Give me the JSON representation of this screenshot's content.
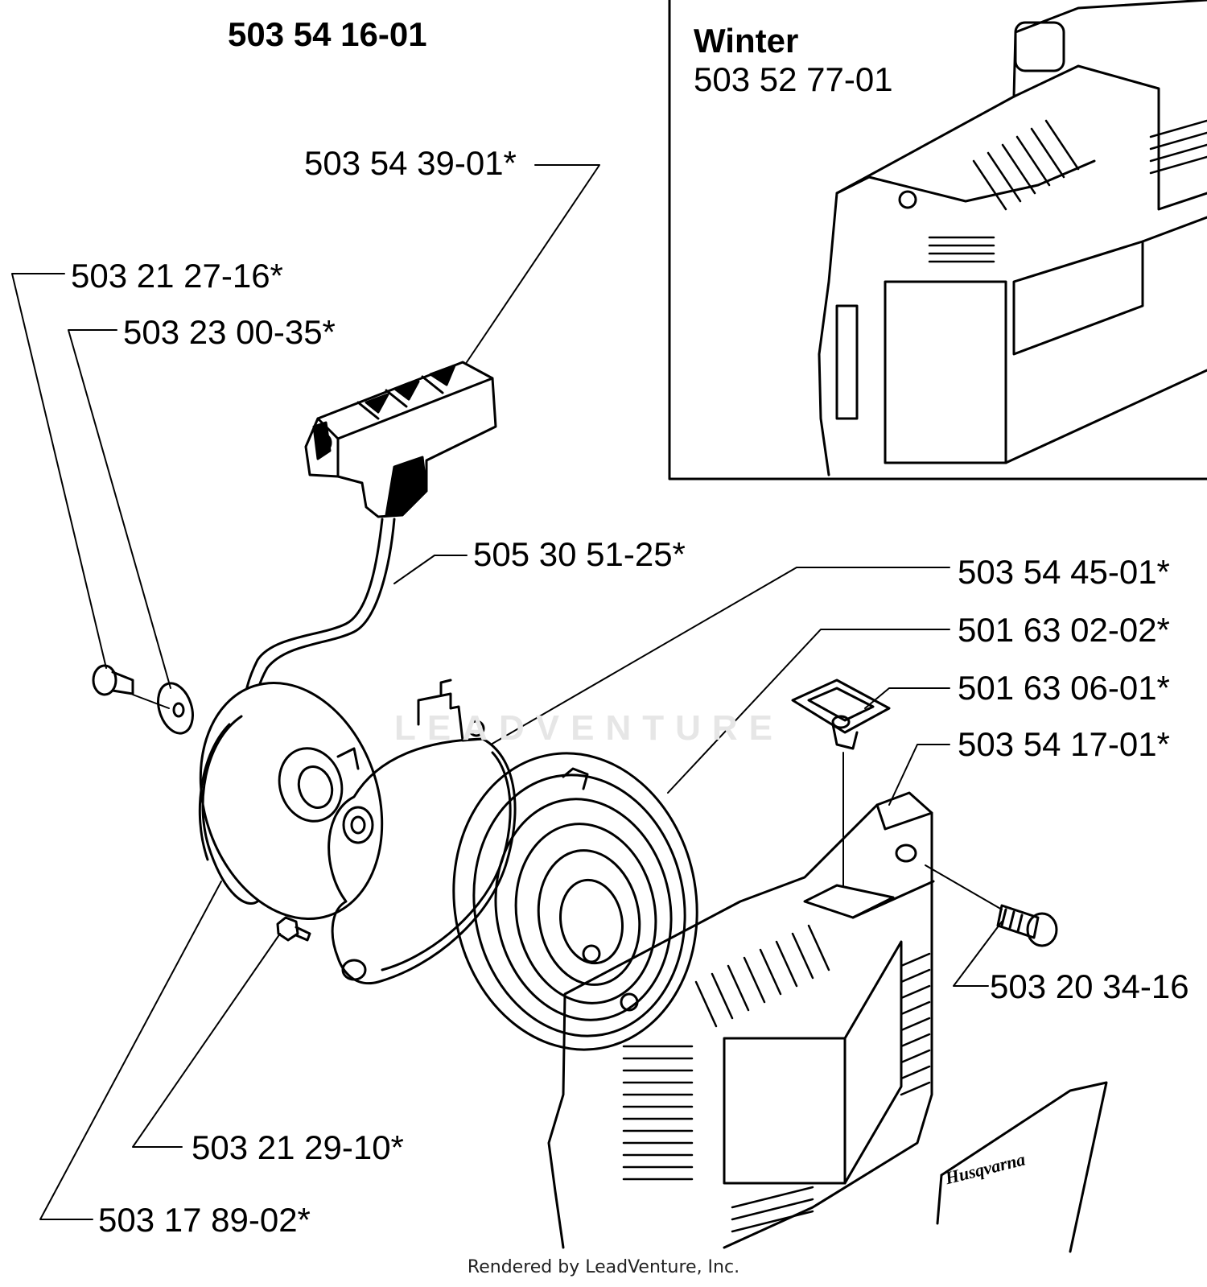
{
  "kit_number": "503 54 16-01",
  "inset": {
    "title": "Winter",
    "part_number": "503 52 77-01"
  },
  "callouts": {
    "handle": "503 54 39-01*",
    "screw_top": "503 21 27-16*",
    "washer": "503 23 00-35*",
    "rope": "505 30 51-25*",
    "bearing_plate": "503 54 45-01*",
    "spring": "501 63 02-02*",
    "rope_guide": "501 63 06-01*",
    "cover": "503 54 17-01*",
    "cover_screw": "503 20 34-16",
    "plate_screw": "503 21 29-10*",
    "pulley": "503 17 89-02*"
  },
  "brand_text": "Husqvarna",
  "watermark_text": "LEADVENTURE",
  "footer": "Rendered by LeadVenture, Inc."
}
